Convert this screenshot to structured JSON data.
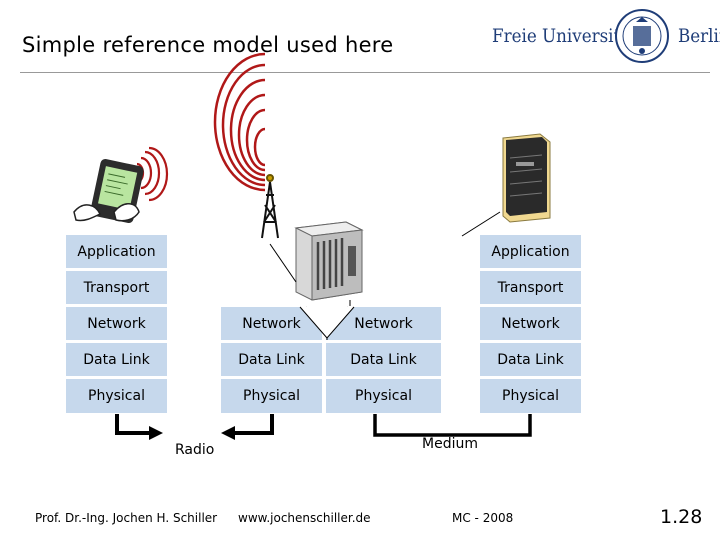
{
  "slide": {
    "title": "Simple reference model used here",
    "logo": {
      "word_left": "Freie Universität",
      "word_right": "Berlin"
    }
  },
  "diagram": {
    "left_stack": [
      "Application",
      "Transport",
      "Network",
      "Data Link",
      "Physical"
    ],
    "right_stack": [
      "Application",
      "Transport",
      "Network",
      "Data Link",
      "Physical"
    ],
    "relay_left": [
      "Network",
      "Data Link",
      "Physical"
    ],
    "relay_right": [
      "Network",
      "Data Link",
      "Physical"
    ],
    "labels": {
      "radio": "Radio",
      "medium": "Medium"
    },
    "colors": {
      "layer_fill": "#c6d8ec",
      "radio_waves": "#b01818",
      "connector": "#000000"
    },
    "icons": [
      "pda-device-icon",
      "antenna-tower-icon",
      "router-rack-icon",
      "server-tower-icon"
    ]
  },
  "footer": {
    "author": "Prof. Dr.-Ing. Jochen H. Schiller",
    "url": "www.jochenschiller.de",
    "course": "MC - 2008",
    "page": "1.28"
  }
}
